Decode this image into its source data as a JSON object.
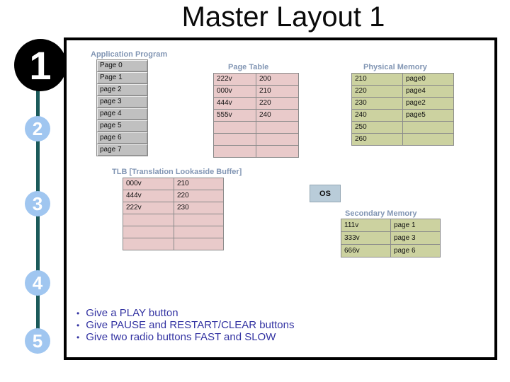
{
  "title": "Master Layout 1",
  "steps": [
    "1",
    "2",
    "3",
    "4",
    "5"
  ],
  "diagram": {
    "app_program": {
      "label": "Application Program",
      "rows": [
        "Page 0",
        "Page 1",
        "page 2",
        "page 3",
        "page 4",
        "page 5",
        "page 6",
        "page 7"
      ]
    },
    "page_table": {
      "label": "Page Table",
      "rows": [
        [
          "222v",
          "200"
        ],
        [
          "000v",
          "210"
        ],
        [
          "444v",
          "220"
        ],
        [
          "555v",
          "240"
        ],
        [
          "",
          ""
        ],
        [
          "",
          ""
        ],
        [
          "",
          ""
        ]
      ]
    },
    "physical_memory": {
      "label": "Physical Memory",
      "rows": [
        [
          "210",
          "page0"
        ],
        [
          "220",
          "page4"
        ],
        [
          "230",
          "page2"
        ],
        [
          "240",
          "page5"
        ],
        [
          "250",
          ""
        ],
        [
          "260",
          ""
        ]
      ]
    },
    "tlb": {
      "label": "TLB [Translation Lookaside Buffer]",
      "rows": [
        [
          "000v",
          "210"
        ],
        [
          "444v",
          "220"
        ],
        [
          "222v",
          "230"
        ],
        [
          "",
          ""
        ],
        [
          "",
          ""
        ],
        [
          "",
          ""
        ]
      ]
    },
    "os_button": {
      "label": "OS"
    },
    "secondary_memory": {
      "label": "Secondary Memory",
      "rows": [
        [
          "111v",
          "page 1"
        ],
        [
          "333v",
          "page 3"
        ],
        [
          "666v",
          "page 6"
        ]
      ]
    }
  },
  "notes": [
    "Give a PLAY button",
    "Give PAUSE and RESTART/CLEAR buttons",
    "Give two radio buttons FAST and SLOW"
  ],
  "colors": {
    "note_text": "#3333a2",
    "table_pink": "#e9caca",
    "table_olive": "#ccd2a0",
    "table_gray": "#c0c0c0",
    "os_fill": "#b9ccd9",
    "label_blue": "#8296b4",
    "step_circle_blue": "#a0c6f0",
    "step_circle_black": "#000000",
    "rail_teal": "#1b5a5a"
  }
}
